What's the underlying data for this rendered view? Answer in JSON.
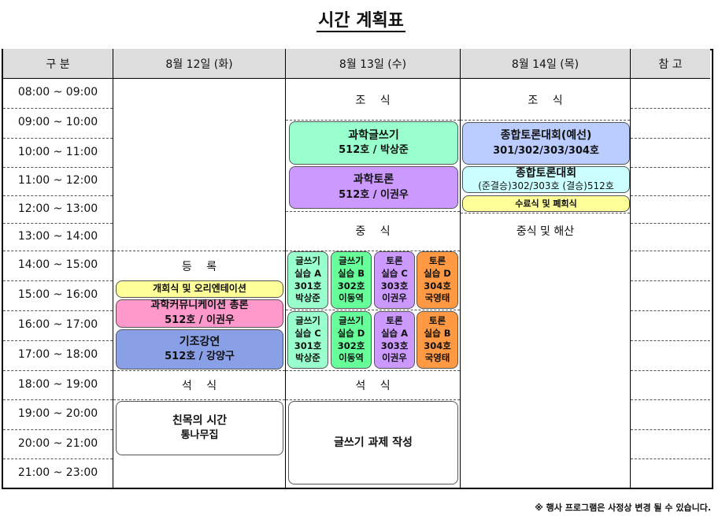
{
  "title": "시간 계획표",
  "headers": [
    "구 분",
    "8월 12일 (화)",
    "8월 13일 (수)",
    "8월 14일 (목)",
    "참 고"
  ],
  "times": [
    "08:00 ~ 09:00",
    "09:00 ~ 10:00",
    "10:00 ~ 11:00",
    "11:00 ~ 12:00",
    "12:00 ~ 13:00",
    "13:00 ~ 14:00",
    "14:00 ~ 15:00",
    "15:00 ~ 16:00",
    "16:00 ~ 17:00",
    "17:00 ~ 18:00",
    "18:00 ~ 19:00",
    "19:00 ~ 20:00",
    "20:00 ~ 21:00",
    "21:00 ~ 23:00"
  ],
  "day1": {
    "registration": "등　 록",
    "opening": "개회식 및 오리엔테이션",
    "comm": {
      "title": "과학커뮤니케이션 총론",
      "room": "512호 / 이권우"
    },
    "keynote": {
      "title": "기조강연",
      "room": "512호 / 강양구"
    },
    "dinner": "석　 식",
    "social": {
      "title": "친목의 시간",
      "room": "통나무집"
    }
  },
  "day2": {
    "breakfast": "조　 식",
    "writing": {
      "title": "과학글쓰기",
      "room": "512호 / 박상준"
    },
    "debate": {
      "title": "과학토론",
      "room": "512호 / 이권우"
    },
    "lunch": "중　 식",
    "sessions1": [
      {
        "l1": "글쓰기",
        "l2": "실습 A",
        "l3": "301호",
        "l4": "박상준"
      },
      {
        "l1": "글쓰기",
        "l2": "실습 B",
        "l3": "302호",
        "l4": "이동역"
      },
      {
        "l1": "토론",
        "l2": "실습 C",
        "l3": "303호",
        "l4": "이권우"
      },
      {
        "l1": "토론",
        "l2": "실습 D",
        "l3": "304호",
        "l4": "국영태"
      }
    ],
    "sessions2": [
      {
        "l1": "글쓰기",
        "l2": "실습 C",
        "l3": "301호",
        "l4": "박상준"
      },
      {
        "l1": "글쓰기",
        "l2": "실습 D",
        "l3": "302호",
        "l4": "이동역"
      },
      {
        "l1": "토론",
        "l2": "실습 A",
        "l3": "303호",
        "l4": "이권우"
      },
      {
        "l1": "토론",
        "l2": "실습 B",
        "l3": "304호",
        "l4": "국영태"
      }
    ],
    "dinner": "석　 식",
    "assignment": "글쓰기 과제 작성"
  },
  "day3": {
    "breakfast": "조　 식",
    "prelim": {
      "title": "종합토론대회(예선)",
      "room": "301/302/303/304호"
    },
    "final": {
      "title": "종합토론대회",
      "room": "(준결승)302/303호 (결승)512호"
    },
    "closing": "수료식 및 폐회식",
    "lunch": "중식 및 해산"
  },
  "footnote": "※ 행사 프로그램은 사정상 변경 될 수 있습니다.",
  "colors": {
    "header": "#dddddd",
    "green": "#99ffcc",
    "purple": "#cc99ff",
    "blue": "#bbccff",
    "cyan": "#ccffff",
    "yellow": "#ffff99",
    "pink": "#ff99cc",
    "keynote": "#8aa0e6",
    "green2": "#66ff99",
    "orange": "#ff9944"
  }
}
